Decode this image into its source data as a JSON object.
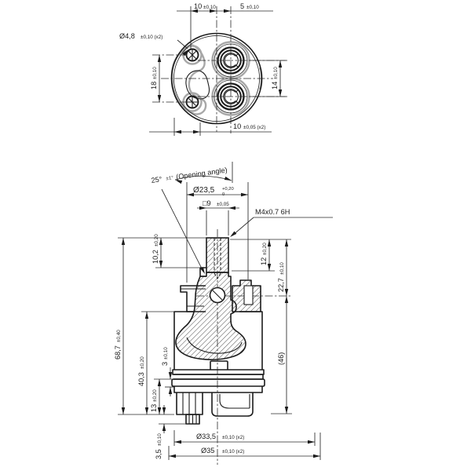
{
  "colors": {
    "line": "#1c1c1c",
    "dimension": "#2a2a2a",
    "gasket_gray": "#a8a8a8",
    "background": "#ffffff"
  },
  "top_view": {
    "dims": {
      "pitch_left": {
        "value": "10",
        "tol": "±0,10"
      },
      "pitch_right": {
        "value": "5",
        "tol": "±0,10"
      },
      "pin_diameter": {
        "value": "Ø4,8",
        "tol": "±0,10 (x2)"
      },
      "height_18": {
        "value": "18",
        "tol": "±0,10"
      },
      "height_14": {
        "value": "14",
        "tol": "±0,10"
      },
      "bottom_10": {
        "value": "10",
        "tol": "±0,05 (x2)"
      }
    }
  },
  "front_view": {
    "dims": {
      "opening_angle": {
        "value": "25°",
        "tol": "±1°",
        "label": "(Opening angle)"
      },
      "cap_diameter": {
        "value": "Ø23,5",
        "tol_upper": "+0,20",
        "tol_lower": "0"
      },
      "stem_square": {
        "value": "□9",
        "tol": "±0,05"
      },
      "thread_callout": {
        "value": "M4x0.7 6H"
      },
      "h_10_2": {
        "value": "10,2",
        "tol": "±0,20"
      },
      "h_68_7": {
        "value": "68,7",
        "tol": "±0,40"
      },
      "h_40_3": {
        "value": "40,3",
        "tol": "±0,20"
      },
      "h_3": {
        "value": "3",
        "tol": "±0,10"
      },
      "h_13": {
        "value": "13",
        "tol": "±0,20"
      },
      "h_3_5": {
        "value": "3,5",
        "tol": "±0,10"
      },
      "h_12": {
        "value": "12",
        "tol": "±0,20"
      },
      "h_22_7": {
        "value": "22,7",
        "tol": "±0,10"
      },
      "ref_46": {
        "value": "(46)"
      },
      "base_diameter_inner": {
        "value": "Ø33,5",
        "tol": "±0,10 (x2)"
      },
      "base_diameter_outer": {
        "value": "Ø35",
        "tol": "±0,10 (x2)"
      }
    }
  }
}
